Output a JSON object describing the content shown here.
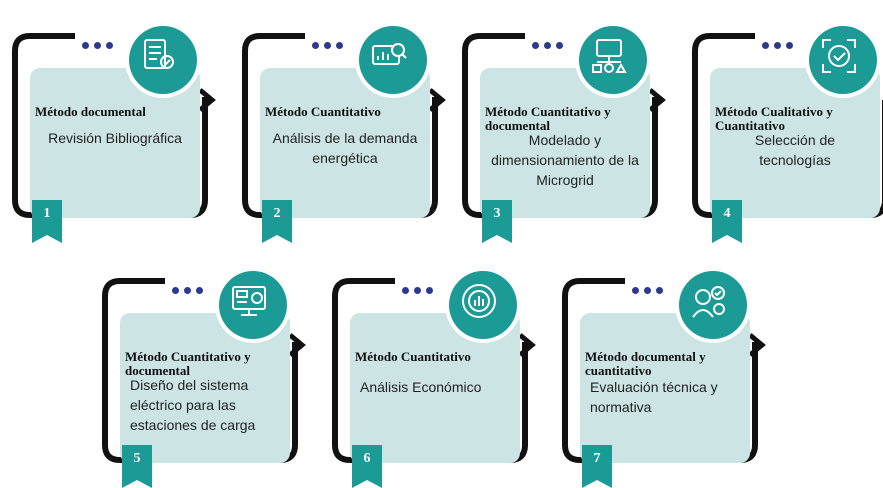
{
  "steps": [
    {
      "number": "1",
      "method": "Método documental",
      "description": "Revisión Bibliográfica",
      "icon": "checklist-search-icon"
    },
    {
      "number": "2",
      "method": "Método Cuantitativo",
      "description": "Análisis de la demanda energética",
      "icon": "chart-analysis-icon"
    },
    {
      "number": "3",
      "method": "Método Cuantitativo y documental",
      "description": "Modelado y dimensionamiento de la Microgrid",
      "icon": "folder-network-icon"
    },
    {
      "number": "4",
      "method": "Método Cualitativo y Cuantitativo",
      "description": "Selección de tecnologías",
      "icon": "target-check-icon"
    },
    {
      "number": "5",
      "method": "Método Cuantitativo y documental",
      "description": "Diseño del sistema eléctrico para las estaciones de carga",
      "icon": "monitor-check-icon"
    },
    {
      "number": "6",
      "method": "Método Cuantitativo",
      "description": "Análisis Económico",
      "icon": "bar-chart-circle-icon"
    },
    {
      "number": "7",
      "method": "Método documental y cuantitativo",
      "description": "Evaluación técnica y normativa",
      "icon": "people-check-icon"
    }
  ],
  "colors": {
    "accent": "#1b9a96",
    "card": "#cde4e5",
    "dots": "#2b3a8c",
    "frame": "#111111"
  }
}
